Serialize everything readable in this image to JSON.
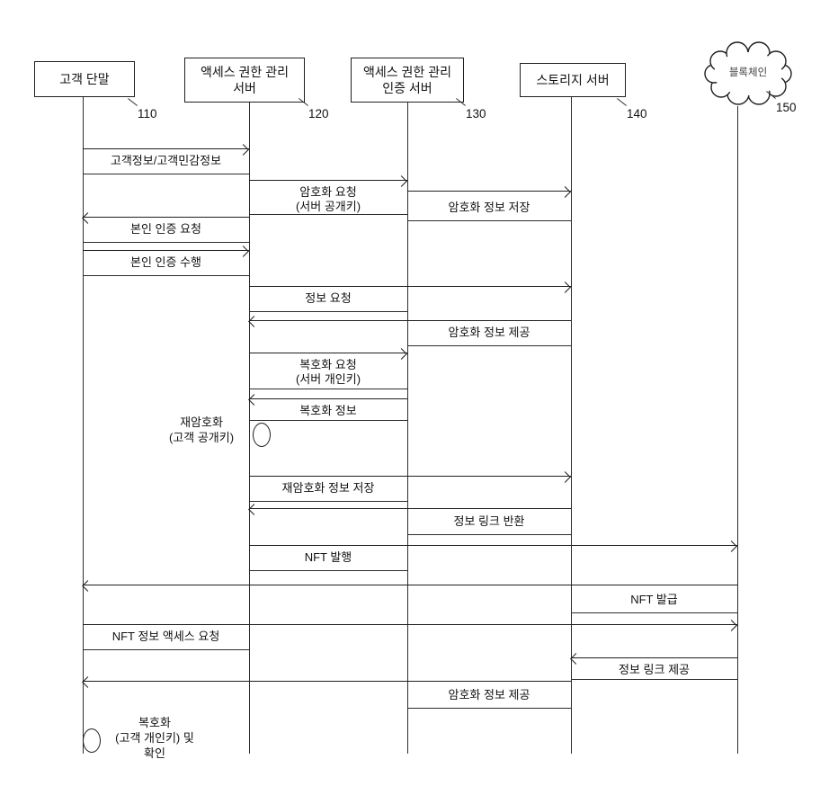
{
  "style": {
    "line_color": "#1f1f1f",
    "background": "#ffffff",
    "text_color": "#111111"
  },
  "diagram": {
    "type": "sequence-diagram",
    "actors": [
      {
        "label": "고객 단말",
        "ref": "110"
      },
      {
        "label_line1": "액세스 권한 관리",
        "label_line2": "서버",
        "ref": "120"
      },
      {
        "label_line1": "액세스 권한 관리",
        "label_line2": "인증 서버",
        "ref": "130"
      },
      {
        "label": "스토리지 서버",
        "ref": "140"
      },
      {
        "label": "블록체인",
        "ref": "150"
      }
    ],
    "messages": [
      {
        "label": "고객정보/고객민감정보",
        "from": "110",
        "to": "120"
      },
      {
        "label": "암호화 요청",
        "label2": "(서버 공개키)",
        "from": "120",
        "to": "130"
      },
      {
        "label": "암호화 정보 저장",
        "from": "130",
        "to": "140"
      },
      {
        "label": "본인 인증 요청",
        "from": "120",
        "to": "110"
      },
      {
        "label": "본인 인증 수행",
        "from": "110",
        "to": "120"
      },
      {
        "label": "정보 요청",
        "from": "120",
        "to": "140"
      },
      {
        "label": "암호화 정보 제공",
        "from": "140",
        "to": "120"
      },
      {
        "label": "복호화 요청",
        "label2": "(서버 개인키)",
        "from": "120",
        "to": "130"
      },
      {
        "label": "복호화 정보",
        "from": "130",
        "to": "120"
      },
      {
        "type": "self",
        "label": "재암호화",
        "label2": "(고객 공개키)",
        "actor": "120"
      },
      {
        "label": "재암호화 정보 저장",
        "from": "120",
        "to": "140"
      },
      {
        "label": "정보 링크 반환",
        "from": "140",
        "to": "120"
      },
      {
        "label": "NFT 발행",
        "from": "120",
        "to": "150"
      },
      {
        "label": "NFT 발급",
        "from": "150",
        "to": "110"
      },
      {
        "label": "NFT 정보 액세스 요청",
        "from": "110",
        "to": "150"
      },
      {
        "label": "정보 링크 제공",
        "from": "150",
        "to": "140"
      },
      {
        "label": "암호화 정보 제공",
        "from": "140",
        "to": "110"
      },
      {
        "type": "self",
        "label": "복호화",
        "label2": "(고객 개인키) 및",
        "label3": "확인",
        "actor": "110"
      }
    ]
  }
}
